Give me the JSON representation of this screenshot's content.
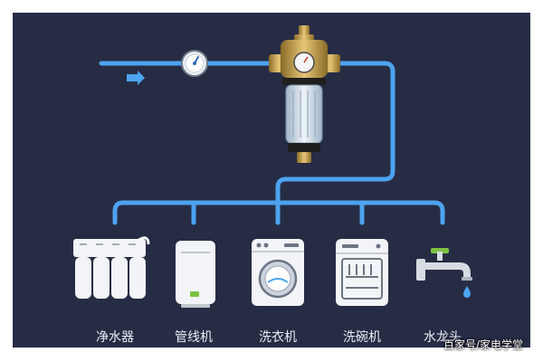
{
  "flow_arrow": "flow-arrow",
  "devices": [
    {
      "id": "purifier",
      "label": "净水器",
      "icon": "water-purifier-icon"
    },
    {
      "id": "heater",
      "label": "管线机",
      "icon": "water-dispenser-icon"
    },
    {
      "id": "washer",
      "label": "洗衣机",
      "icon": "washing-machine-icon"
    },
    {
      "id": "dishwasher",
      "label": "洗碗机",
      "icon": "dishwasher-icon"
    },
    {
      "id": "faucet",
      "label": "水龙头",
      "icon": "faucet-icon"
    }
  ],
  "watermark": "百家号/家电学堂",
  "colors": {
    "background": "#272c45",
    "pipe": "#4da3ef",
    "appliance": "#f2f4f7",
    "brass": "#c9a652"
  }
}
